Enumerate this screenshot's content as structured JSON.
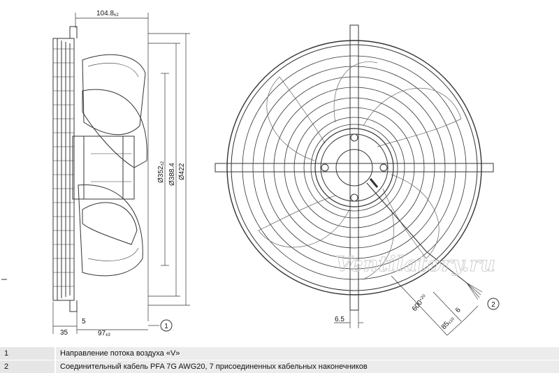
{
  "dimensions": {
    "top_width": "104.8",
    "top_width_tol": "±2",
    "d1": "Ø352",
    "d1_tol": "±2",
    "d2": "Ø388.4",
    "d3": "Ø422",
    "bottom_a": "35",
    "bottom_b": "5",
    "bottom_c": "97",
    "bottom_c_tol": "±3",
    "front_offset": "6.5",
    "cable_length": "600",
    "cable_length_tol": "+20",
    "strip_a": "6",
    "strip_b": "85",
    "strip_b_tol": "±10"
  },
  "callouts": [
    "1",
    "2"
  ],
  "watermark": "Ventilatory.ru",
  "legend": [
    {
      "num": "1",
      "text": "Направление потока воздуха «V»"
    },
    {
      "num": "2",
      "text": "Соединительный кабель PFA 7G AWG20, 7 присоединенных кабельных наконечников"
    }
  ]
}
